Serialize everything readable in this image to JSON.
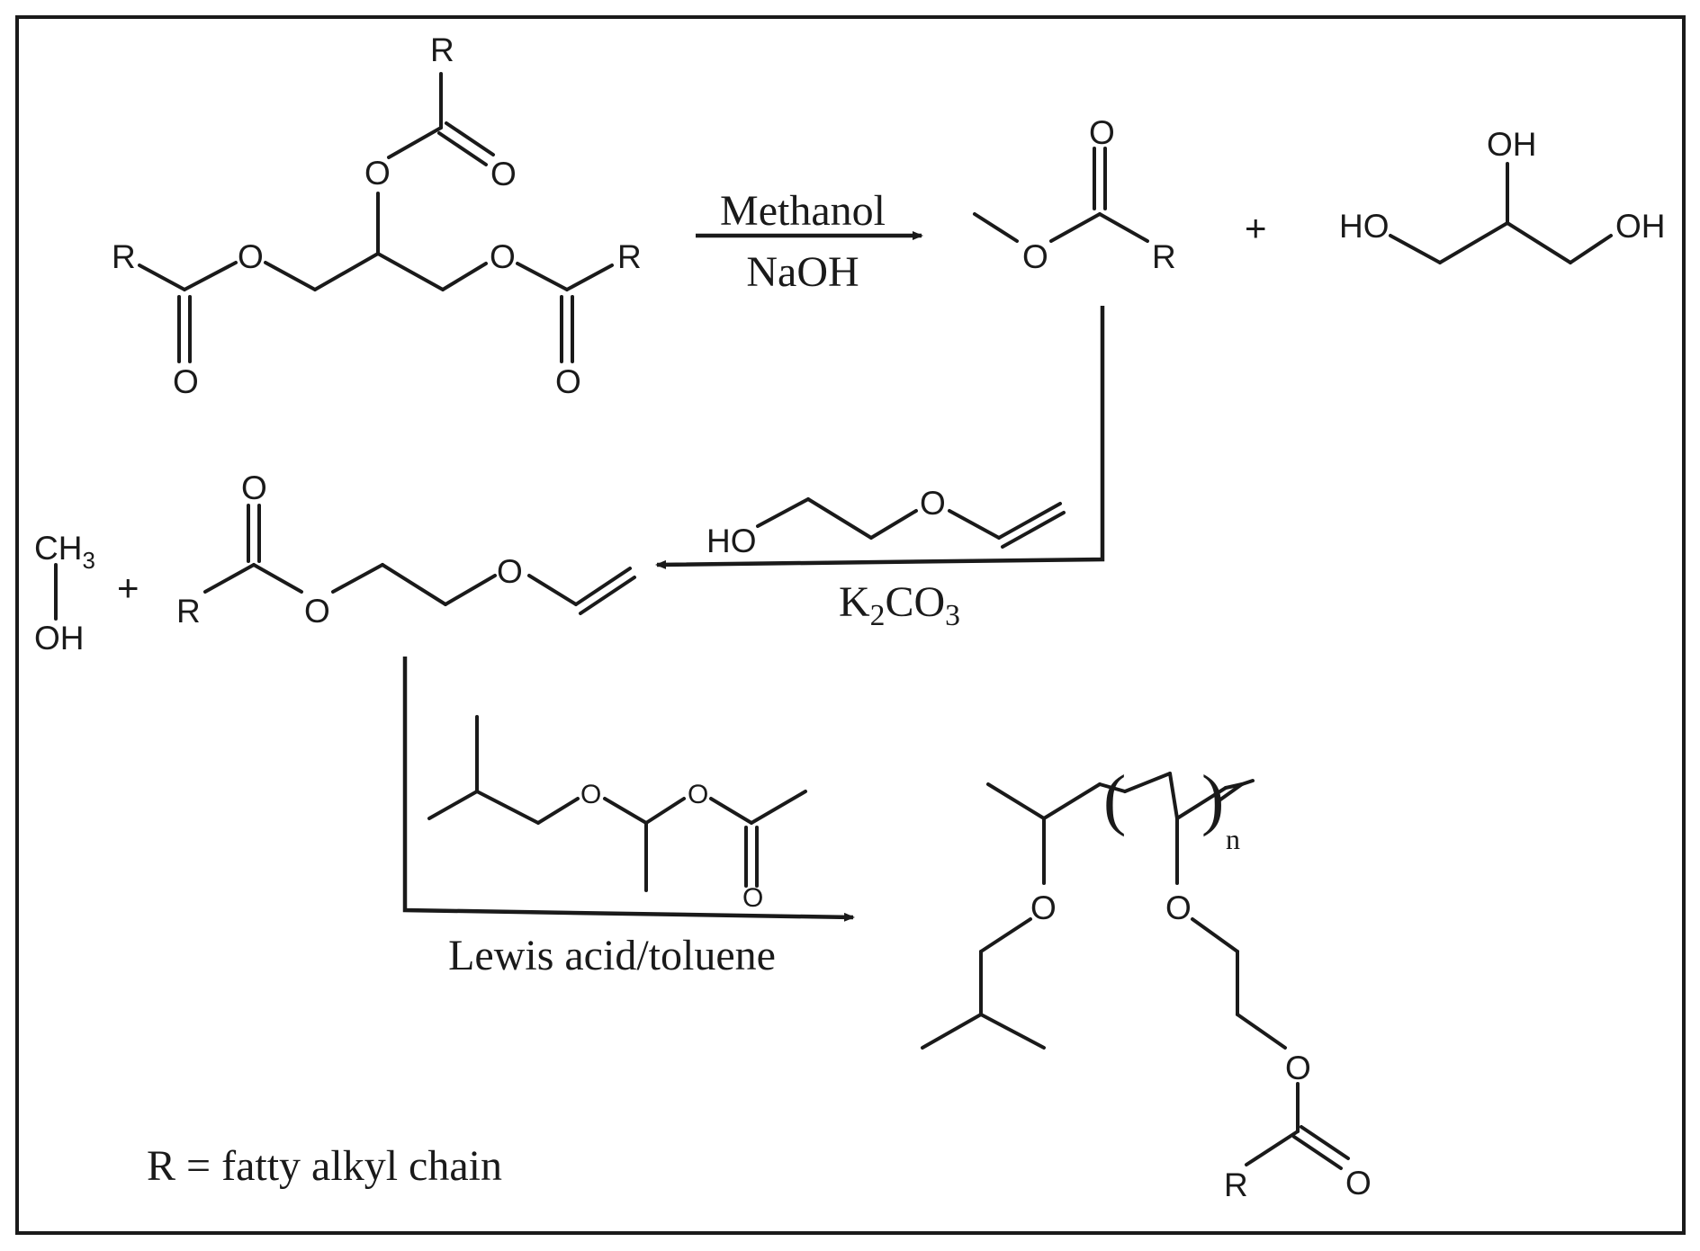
{
  "reagents": {
    "step1_top": "Methanol",
    "step1_bottom": "NaOH",
    "step2_bottom_main": "K",
    "step2_sub1": "2",
    "step2_mid": "CO",
    "step2_sub2": "3",
    "step3_bottom": "Lewis acid/toluene"
  },
  "legend": "R = fatty alkyl chain",
  "symbols": {
    "plus": "+",
    "R": "R",
    "O": "O",
    "OH": "OH",
    "HO": "HO",
    "CH": "CH",
    "three": "3",
    "n": "n",
    "paren_open": "(",
    "paren_close": ")"
  },
  "colors": {
    "ink": "#1a1a1a",
    "background": "#ffffff"
  }
}
